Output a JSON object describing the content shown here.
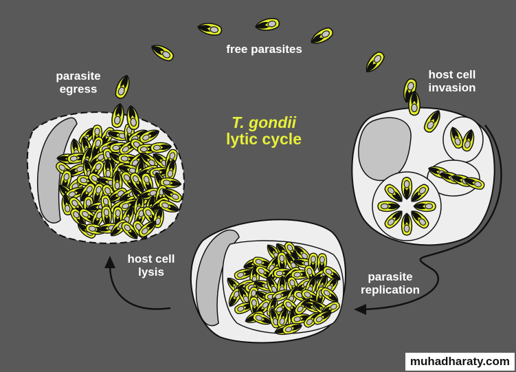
{
  "diagram": {
    "title_italic": "T. gondii",
    "title_rest": "lytic cycle",
    "labels": {
      "free_parasites": "free parasites",
      "egress_line1": "parasite",
      "egress_line2": "egress",
      "invasion_line1": "host cell",
      "invasion_line2": "invasion",
      "lysis_line1": "host cell",
      "lysis_line2": "lysis",
      "replication_line1": "parasite",
      "replication_line2": "replication"
    },
    "watermark": "muhadharaty.com"
  },
  "colors": {
    "background": "#595959",
    "cell_fill": "#eeeeee",
    "nucleus_fill": "#bdbdbd",
    "parasite_yellow": "#e4ef2a",
    "parasite_black": "#111111",
    "title": "#e8f03a",
    "label": "#ffffff"
  }
}
